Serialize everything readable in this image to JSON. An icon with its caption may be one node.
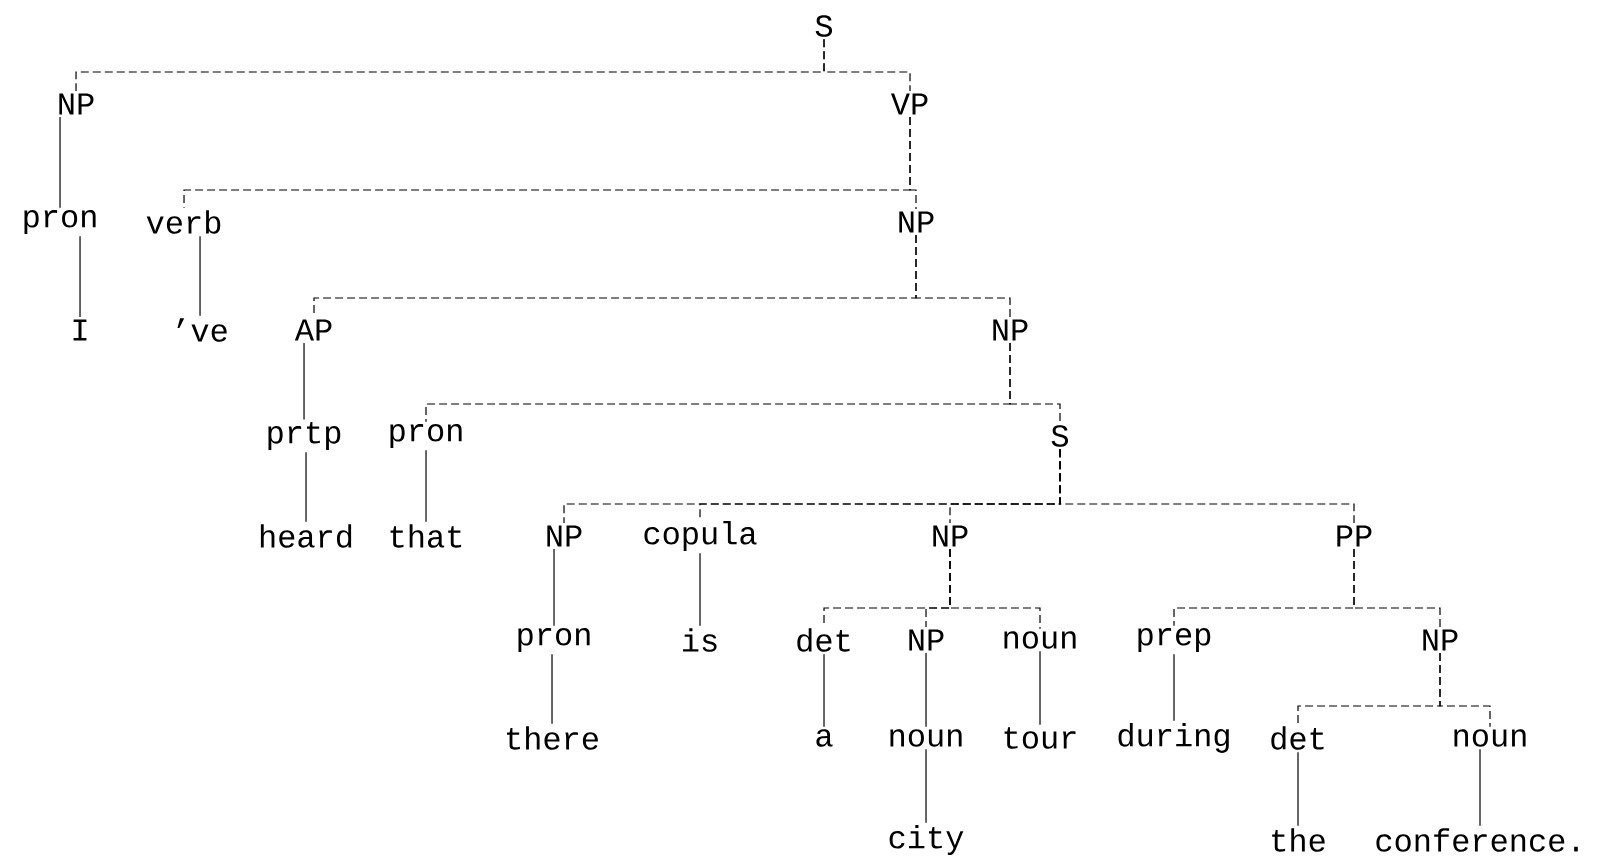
{
  "diagram": {
    "nodes": [
      {
        "text": [
          "S"
        ]
      },
      {
        "text": [
          "NP"
        ]
      },
      {
        "text": [
          "pron"
        ]
      },
      {
        "text": [
          "I"
        ]
      },
      {
        "text": [
          "VP"
        ]
      },
      {
        "text": [
          "verb"
        ]
      },
      {
        "text": [
          "’ve"
        ]
      },
      {
        "text": [
          "NP"
        ]
      },
      {
        "text": [
          "AP"
        ]
      },
      {
        "text": [
          "prtp"
        ]
      },
      {
        "text": [
          "heard"
        ]
      },
      {
        "text": [
          "NP"
        ]
      },
      {
        "text": [
          "pron"
        ]
      },
      {
        "text": [
          "that"
        ]
      },
      {
        "text": [
          "S"
        ]
      },
      {
        "text": [
          "NP"
        ]
      },
      {
        "text": [
          "pron"
        ]
      },
      {
        "text": [
          "there"
        ]
      },
      {
        "text": [
          "copula"
        ]
      },
      {
        "text": [
          "is"
        ]
      },
      {
        "text": [
          "NP"
        ]
      },
      {
        "text": [
          "det"
        ]
      },
      {
        "text": [
          "a"
        ]
      },
      {
        "text": [
          "NP"
        ]
      },
      {
        "text": [
          "noun"
        ]
      },
      {
        "text": [
          "city"
        ]
      },
      {
        "text": [
          "noun"
        ]
      },
      {
        "text": [
          "tour"
        ]
      },
      {
        "text": [
          "PP"
        ]
      },
      {
        "text": [
          "prep"
        ]
      },
      {
        "text": [
          "during"
        ]
      },
      {
        "text": [
          "NP"
        ]
      },
      {
        "text": [
          "det"
        ]
      },
      {
        "text": [
          "the"
        ]
      },
      {
        "text": [
          "noun"
        ]
      },
      {
        "text": [
          "conference."
        ]
      }
    ],
    "edges": [
      {
        "from": 0,
        "to": 1,
        "arrow": "none",
        "style": "dashed"
      },
      {
        "from": 0,
        "to": 4,
        "arrow": "none",
        "style": "dashed"
      },
      {
        "from": 1,
        "to": 2,
        "arrow": "none"
      },
      {
        "from": 2,
        "to": 3,
        "arrow": "none"
      },
      {
        "from": 4,
        "to": 5,
        "arrow": "none",
        "style": "dashed"
      },
      {
        "from": 4,
        "to": 7,
        "arrow": "none",
        "style": "dashed"
      },
      {
        "from": 5,
        "to": 6,
        "arrow": "none"
      },
      {
        "from": 7,
        "to": 8,
        "arrow": "none",
        "style": "dashed"
      },
      {
        "from": 7,
        "to": 11,
        "arrow": "none",
        "style": "dashed"
      },
      {
        "from": 8,
        "to": 9,
        "arrow": "none"
      },
      {
        "from": 9,
        "to": 10,
        "arrow": "none"
      },
      {
        "from": 11,
        "to": 12,
        "arrow": "none",
        "style": "dashed"
      },
      {
        "from": 11,
        "to": 14,
        "arrow": "none",
        "style": "dashed"
      },
      {
        "from": 12,
        "to": 13,
        "arrow": "none"
      },
      {
        "from": 14,
        "to": 15,
        "arrow": "none",
        "style": "dashed"
      },
      {
        "from": 14,
        "to": 18,
        "arrow": "none",
        "style": "dashed"
      },
      {
        "from": 14,
        "to": 20,
        "arrow": "none",
        "style": "dashed"
      },
      {
        "from": 14,
        "to": 28,
        "arrow": "none",
        "style": "dashed"
      },
      {
        "from": 15,
        "to": 16,
        "arrow": "none"
      },
      {
        "from": 16,
        "to": 17,
        "arrow": "none"
      },
      {
        "from": 18,
        "to": 19,
        "arrow": "none"
      },
      {
        "from": 20,
        "to": 21,
        "arrow": "none",
        "style": "dashed"
      },
      {
        "from": 20,
        "to": 23,
        "arrow": "none",
        "style": "dashed"
      },
      {
        "from": 20,
        "to": 26,
        "arrow": "none",
        "style": "dashed"
      },
      {
        "from": 21,
        "to": 22,
        "arrow": "none"
      },
      {
        "from": 23,
        "to": 24,
        "arrow": "none"
      },
      {
        "from": 24,
        "to": 25,
        "arrow": "none"
      },
      {
        "from": 26,
        "to": 27,
        "arrow": "none"
      },
      {
        "from": 28,
        "to": 29,
        "arrow": "none",
        "style": "dashed"
      },
      {
        "from": 28,
        "to": 31,
        "arrow": "none",
        "style": "dashed"
      },
      {
        "from": 29,
        "to": 30,
        "arrow": "none"
      },
      {
        "from": 31,
        "to": 32,
        "arrow": "none",
        "style": "dashed"
      },
      {
        "from": 31,
        "to": 34,
        "arrow": "none",
        "style": "dashed"
      },
      {
        "from": 32,
        "to": 33,
        "arrow": "none"
      },
      {
        "from": 34,
        "to": 35,
        "arrow": "none"
      }
    ]
  }
}
